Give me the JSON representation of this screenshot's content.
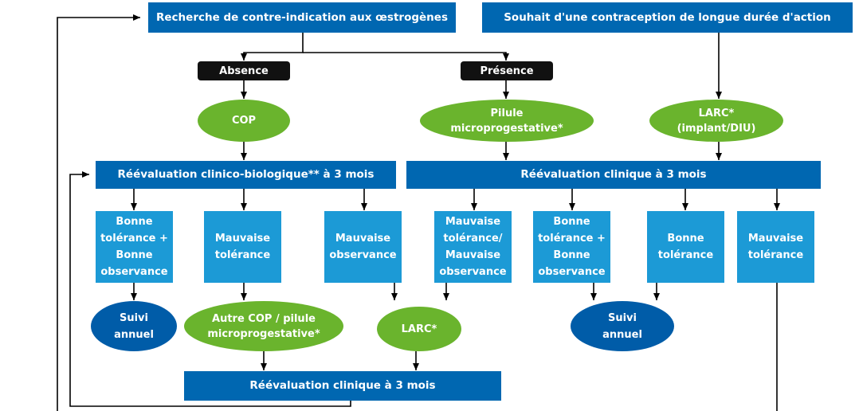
{
  "top": {
    "contraindication": "Recherche de contre-indication aux œstrogènes",
    "long_acting": "Souhait d'une contraception de longue durée d'action"
  },
  "labels": {
    "absence": "Absence",
    "presence": "Présence"
  },
  "methods": {
    "cop": "COP",
    "pilule": "Pilule\nmicroprogestative*",
    "larc_top": "LARC*\n(implant/DIU)"
  },
  "reevaluations": {
    "clinico_bio": "Réévaluation clinico-biologique** à 3 mois",
    "clinique": "Réévaluation clinique à 3 mois",
    "clinique_bottom": "Réévaluation clinique à 3 mois"
  },
  "outcomes": {
    "bonne_tol_obs_1": "Bonne\ntolérance +\nBonne\nobservance",
    "mauvaise_tol_1": "Mauvaise\ntolérance",
    "mauvaise_obs": "Mauvaise\nobservance",
    "mauvaise_tol_obs": "Mauvaise\ntolérance/\nMauvaise\nobservance",
    "bonne_tol_obs_2": "Bonne\ntolérance +\nBonne\nobservance",
    "bonne_tol": "Bonne\ntolérance",
    "mauvaise_tol_2": "Mauvaise\ntolérance"
  },
  "results": {
    "suivi_1": "Suivi\nannuel",
    "autre_cop": "Autre COP / pilule\nmicroprogestative*",
    "larc_mid": "LARC*",
    "suivi_2": "Suivi\nannuel"
  },
  "colors": {
    "dark_blue": "#0067b1",
    "light_blue": "#1c9ad6",
    "green": "#6ab42d",
    "navy": "#005ca8",
    "black": "#111111"
  }
}
